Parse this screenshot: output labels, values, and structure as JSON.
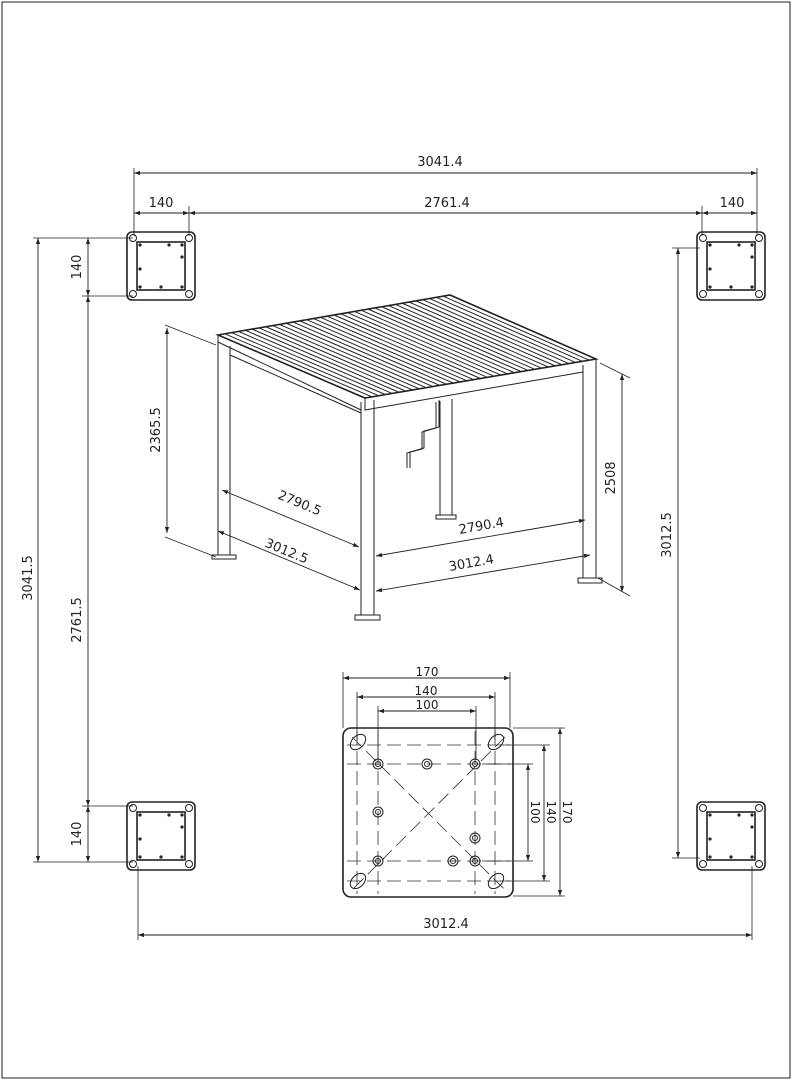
{
  "plan": {
    "overall_width": "3041.4",
    "inner_width": "2761.4",
    "post_width_left": "140",
    "post_width_right": "140",
    "overall_depth": "3041.5",
    "inner_depth": "2761.5",
    "post_depth_top": "140",
    "post_depth_bottom": "140",
    "post_span_right": "3012.5",
    "post_span_bottom": "3012.4"
  },
  "perspective": {
    "beam_height": "2365.5",
    "total_height": "2508",
    "left_inner": "2790.5",
    "left_outer": "3012.5",
    "front_inner": "2790.4",
    "front_outer": "3012.4"
  },
  "base_plate": {
    "width_170": "170",
    "width_140": "140",
    "width_100": "100",
    "height_170": "170",
    "height_140": "140",
    "height_100": "100"
  },
  "colors": {
    "line": "#222222",
    "background": "#ffffff"
  }
}
